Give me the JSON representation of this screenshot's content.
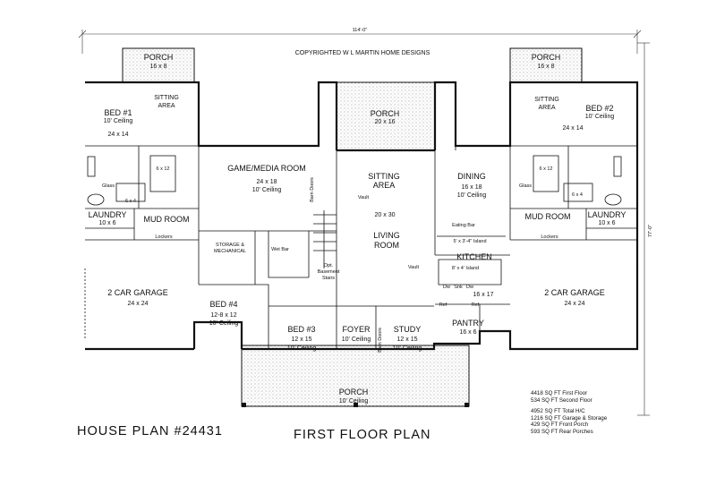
{
  "plan": {
    "copyright": "COPYRIGHTED W L MARTIN HOME DESIGNS",
    "width_dim": "114'-0\"",
    "depth_dim": "77'-0\"",
    "house_plan": "HOUSE PLAN #24431",
    "floor_title": "FIRST FLOOR PLAN"
  },
  "rooms": {
    "porch_left": {
      "name": "PORCH",
      "size": "16 x 8"
    },
    "porch_right": {
      "name": "PORCH",
      "size": "16 x 8"
    },
    "porch_rear": {
      "name": "PORCH",
      "size": "20 x 16"
    },
    "porch_front": {
      "name": "PORCH",
      "note": "10' Ceiling"
    },
    "bed1": {
      "name": "BED #1",
      "ceiling": "10' Ceiling",
      "size": "24 x 14",
      "sitting": "SITTING",
      "area": "AREA"
    },
    "bed2": {
      "name": "BED #2",
      "ceiling": "10' Ceiling",
      "size": "24 x 14",
      "sitting": "SITTING",
      "area": "AREA"
    },
    "bath_left": {
      "shower": "6 x 12",
      "tub": "6 x 4",
      "glass": "Glass"
    },
    "bath_right": {
      "shower": "6 x 12",
      "tub": "6 x 4",
      "glass": "Glass"
    },
    "game": {
      "name": "GAME/MEDIA ROOM",
      "size": "24 x 18",
      "ceiling": "10' Ceiling",
      "barn": "Barn Doors"
    },
    "sitting": {
      "line1": "SITTING",
      "line2": "AREA",
      "vault": "Vault"
    },
    "living": {
      "line1": "LIVING",
      "line2": "ROOM",
      "size": "20 x 30",
      "vault": "Vault"
    },
    "dining": {
      "name": "DINING",
      "size": "16 x 18",
      "ceiling": "10' Ceiling",
      "eating_bar": "Eating Bar",
      "island": "5' x 3'-4\" Island"
    },
    "kitchen": {
      "name": "KITCHEN",
      "size": "16 x 17",
      "island": "8' x 4' Island",
      "dw": "Dw",
      "snk": "Snk",
      "ref": "Ref"
    },
    "pantry": {
      "name": "PANTRY",
      "size": "16 x 6"
    },
    "laundry_left": {
      "name": "LAUNDRY",
      "size": "10 x 6"
    },
    "laundry_right": {
      "name": "LAUNDRY",
      "size": "10 x 6"
    },
    "mud_left": {
      "name": "MUD ROOM",
      "lockers": "Lockers"
    },
    "mud_right": {
      "name": "MUD ROOM",
      "lockers": "Lockers"
    },
    "garage_left": {
      "name": "2 CAR GARAGE",
      "size": "24 x 24"
    },
    "garage_right": {
      "name": "2 CAR GARAGE",
      "size": "24 x 24"
    },
    "storage": {
      "line1": "STORAGE &",
      "line2": "MECHANICAL"
    },
    "wet_bar": "Wet Bar",
    "stairs": {
      "line1": "Opt.",
      "line2": "Basement",
      "line3": "Stairs"
    },
    "bed4": {
      "name": "BED #4",
      "size": "12-8 x 12",
      "ceiling": "10' Ceiling"
    },
    "bed3": {
      "name": "BED #3",
      "size": "12 x 15",
      "ceiling": "10' Ceiling"
    },
    "foyer": {
      "name": "FOYER",
      "ceiling": "10' Ceiling"
    },
    "study": {
      "name": "STUDY",
      "size": "12 x 15",
      "ceiling": "10' Ceiling",
      "barn": "Barn Doors"
    }
  },
  "stats": [
    "4418 SQ FT First Floor",
    "534 SQ FT Second Floor",
    "4952 SQ FT Total H/C",
    "1216 SQ FT Garage & Storage",
    "429 SQ FT Front Porch",
    "593 SQ FT Rear Porches"
  ]
}
